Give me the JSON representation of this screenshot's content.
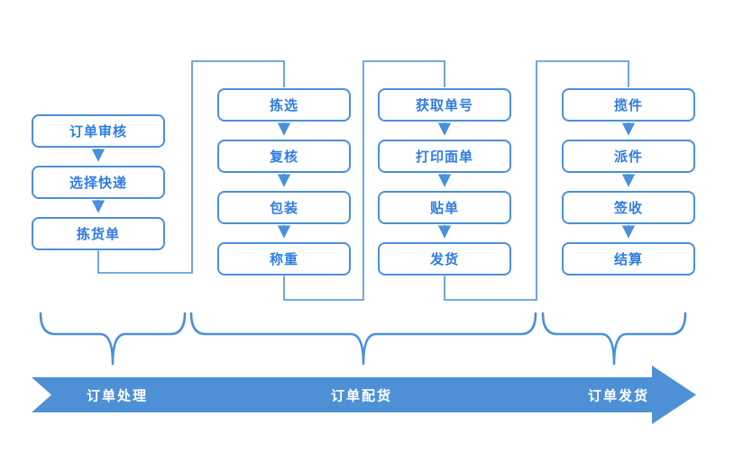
{
  "diagram": {
    "title": "order-fulfillment-flowchart",
    "colors": {
      "line_blue": "#4a90dc",
      "box_text_blue": "#2f7ce2",
      "arrow_fill_blue": "#4e90d6",
      "arrow_text": "#ffffff",
      "background": "#ffffff"
    },
    "columns": [
      {
        "steps": [
          "订单审核",
          "选择快递",
          "拣货单"
        ]
      },
      {
        "steps": [
          "拣选",
          "复核",
          "包装",
          "称重"
        ]
      },
      {
        "steps": [
          "获取单号",
          "打印面单",
          "贴单",
          "发货"
        ]
      },
      {
        "steps": [
          "揽件",
          "派件",
          "签收",
          "结算"
        ]
      }
    ],
    "phases": [
      {
        "label": "订单处理"
      },
      {
        "label": "订单配货"
      },
      {
        "label": "订单发货"
      }
    ]
  }
}
